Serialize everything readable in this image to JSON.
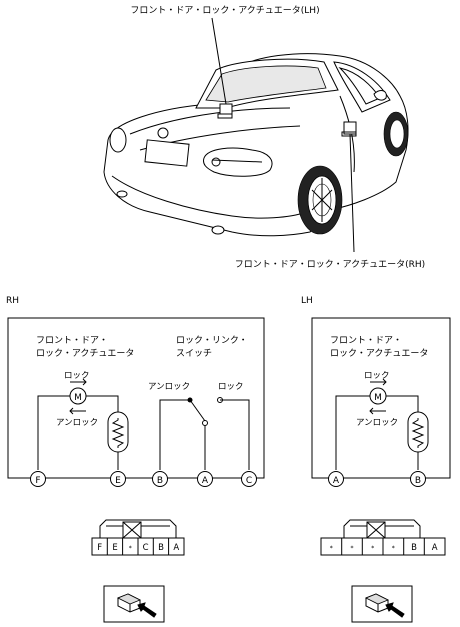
{
  "callouts": {
    "lh": "フロント・ドア・ロック・アクチュエータ(LH)",
    "rh": "フロント・ドア・ロック・アクチュエータ(RH)"
  },
  "rh_panel": {
    "side_label": "RH",
    "actuator_label_1": "フロント・ドア・",
    "actuator_label_2": "ロック・アクチュエータ",
    "switch_label_1": "ロック・リンク・",
    "switch_label_2": "スイッチ",
    "lock": "ロック",
    "unlock": "アンロック",
    "switch_unlock": "アンロック",
    "switch_lock": "ロック",
    "motor": "M",
    "terminals": [
      "F",
      "E",
      "B",
      "A",
      "C"
    ]
  },
  "lh_panel": {
    "side_label": "LH",
    "actuator_label_1": "フロント・ドア・",
    "actuator_label_2": "ロック・アクチュエータ",
    "lock": "ロック",
    "unlock": "アンロック",
    "motor": "M",
    "terminals": [
      "A",
      "B"
    ]
  },
  "connectors": {
    "rh_pins": [
      "F",
      "E",
      "*",
      "C",
      "B",
      "A"
    ],
    "lh_pins": [
      "*",
      "*",
      "*",
      "*",
      "B",
      "A"
    ]
  }
}
